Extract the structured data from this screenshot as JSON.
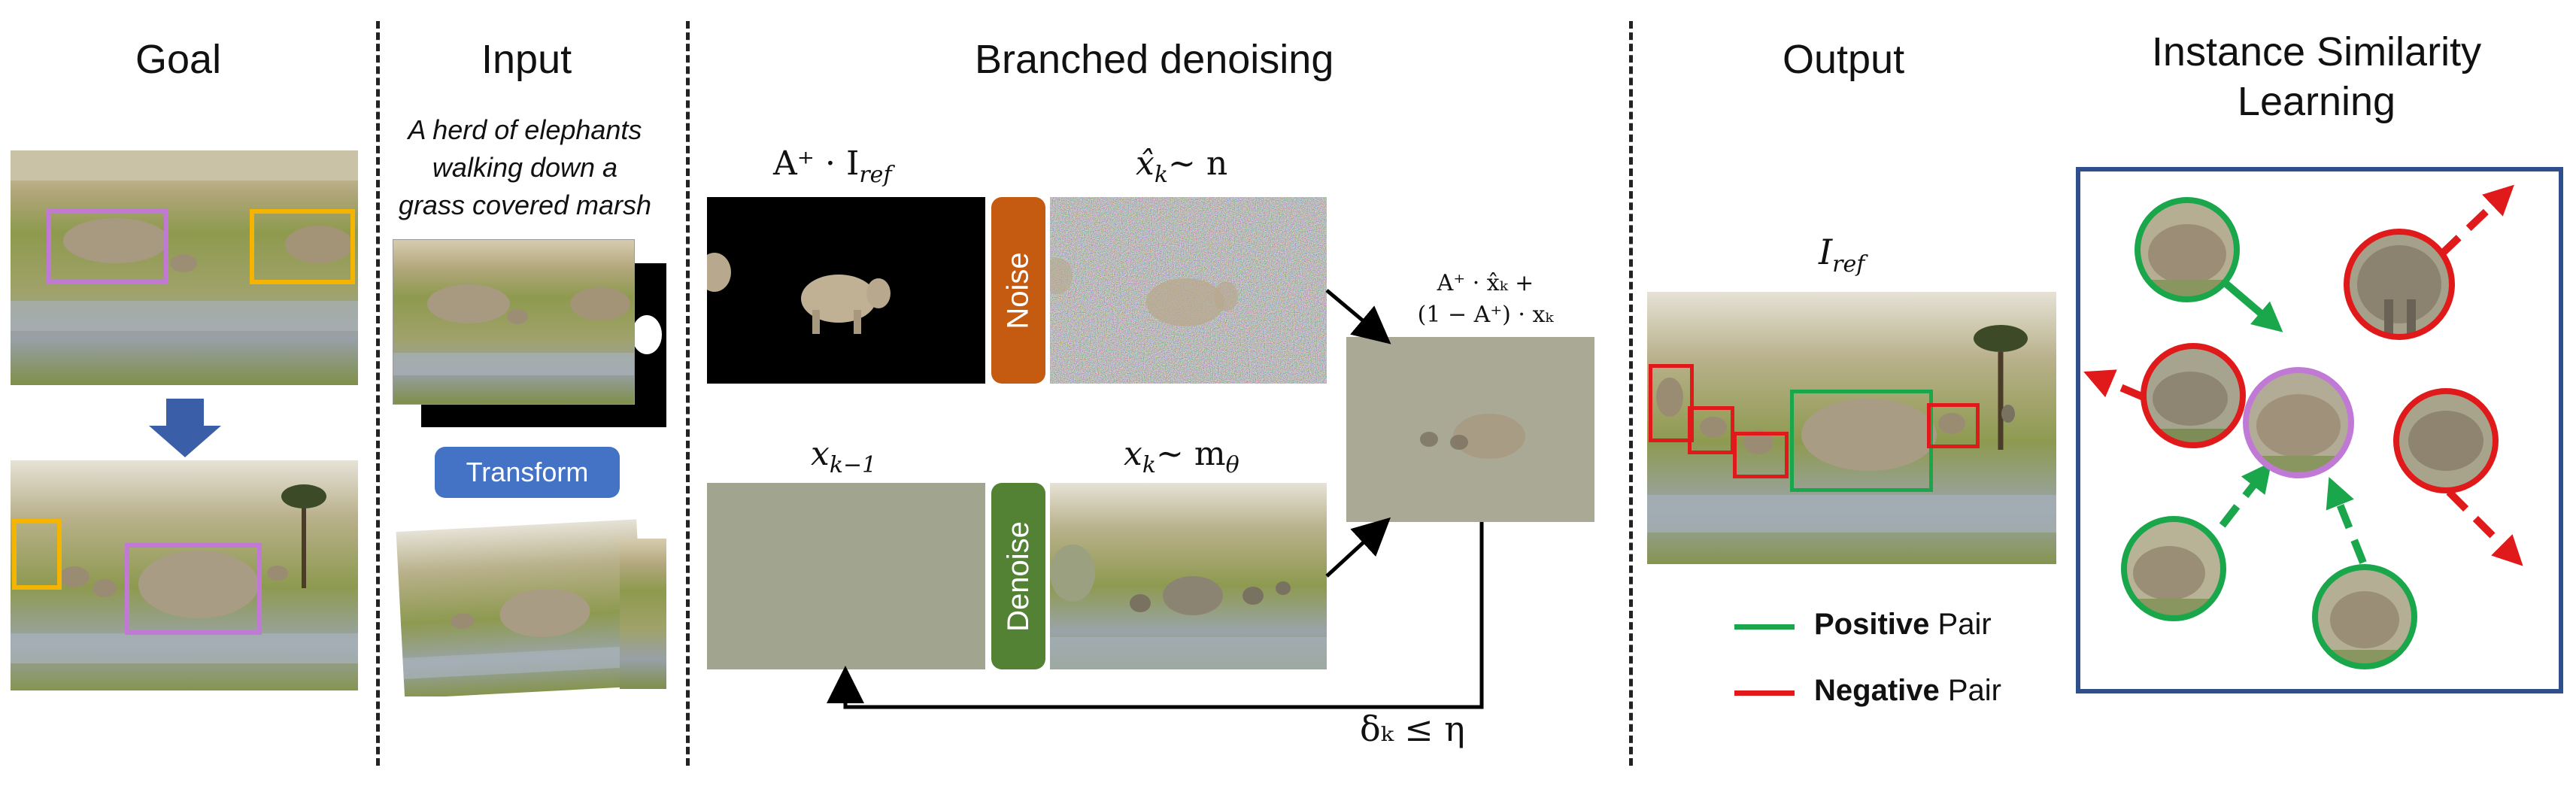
{
  "sections": {
    "goal": "Goal",
    "input": "Input",
    "branched": "Branched denoising",
    "output": "Output",
    "isl": "Instance Similarity Learning"
  },
  "input_caption": "A herd of elephants walking down a grass covered marsh",
  "transform_label": "Transform",
  "noise_label": "Noise",
  "denoise_label": "Denoise",
  "math": {
    "masked_ref": "A⁺ · I",
    "masked_ref_sub": "ref",
    "xhat_k": "x̂",
    "xhat_k_rest": "~ n",
    "x_k_minus_1": "x",
    "x_k_minus_1_sub": "k−1",
    "x_k": "x",
    "x_k_rest": "~ m",
    "x_k_theta": "θ",
    "blend_line1": "A⁺ · x̂ₖ +",
    "blend_line2": "(1 − A⁺) · xₖ",
    "stop_condition": "δₖ ≤ η",
    "iref": "I",
    "iref_sub": "ref"
  },
  "legend": {
    "positive_bold": "Positive",
    "positive_rest": " Pair",
    "negative_bold": "Negative",
    "negative_rest": " Pair"
  },
  "colors": {
    "purple": "#c07ad6",
    "orange": "#f5b400",
    "red": "#e01a1a",
    "green": "#1aa64a",
    "blue_frame": "#2e4f8c",
    "arrow_blue": "#3a5fa8",
    "noise_tab": "#c55a11",
    "denoise_tab": "#548235",
    "transform_btn": "#4472c4"
  }
}
